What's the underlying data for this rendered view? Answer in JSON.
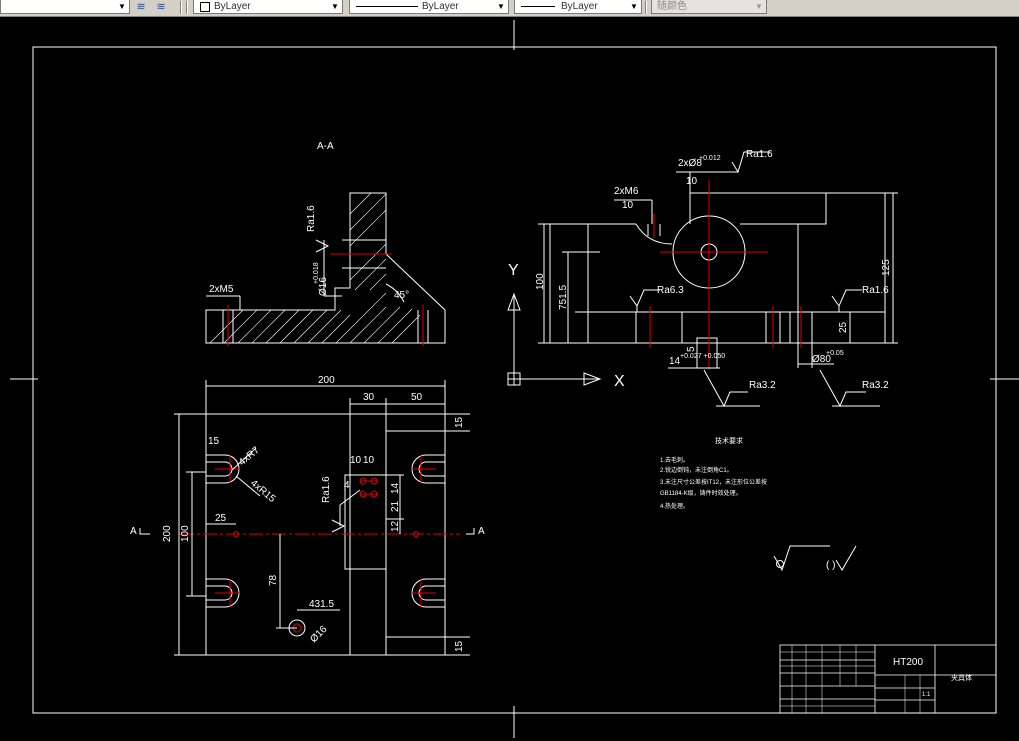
{
  "toolbar": {
    "layer_value": "ByLayer",
    "linetype_value": "ByLayer",
    "lineweight_value": "ByLayer",
    "plotstyle_value": "随颜色",
    "layer_icon": "layer-stack-icon",
    "layer_icon2": "layer-previous-icon"
  },
  "drawing": {
    "section_label": "A-A",
    "front": {
      "thread_label": "2xM5",
      "roughness": "Ra1.6",
      "dia_label": "Ø16",
      "dia_tol": "+0.018",
      "angle": "45°"
    },
    "top": {
      "width": "200",
      "dim_30": "30",
      "dim_50": "50",
      "dim_15_top": "15",
      "dim_15_bottom": "15",
      "dim_15_left": "15",
      "r7": "4xR7",
      "r15": "4xR15",
      "height_200": "200",
      "height_100": "100",
      "dim_25": "25",
      "dim_78": "78",
      "dim_431": "431.5",
      "dia_16": "Ø16",
      "roughness": "Ra1.6",
      "dim_10a": "10",
      "dim_10b": "10",
      "dim_4": "4",
      "dim_14": "14",
      "dim_21": "21",
      "dim_12": "12",
      "section_a_left": "A",
      "section_a_right": "A"
    },
    "side": {
      "thread1": "2xM6",
      "thread1_depth": "10",
      "hole2": "2xØ8",
      "hole2_tol": "+0.012",
      "hole2_depth": "10",
      "roughness_top": "Ra1.6",
      "roughness_mid": "Ra6.3",
      "roughness_right": "Ra1.6",
      "roughness_b1": "Ra3.2",
      "roughness_b2": "Ra3.2",
      "h100": "100",
      "h751": "751.5",
      "h125": "125",
      "h25": "25",
      "h5": "5",
      "slot": "14",
      "slot_tol": "+0.027 +0.050",
      "dia80": "Ø80",
      "dia80_tol": "+0.05"
    },
    "ucs": {
      "y": "Y",
      "x": "X"
    },
    "notes_title": "技术要求",
    "notes": [
      "1.去毛刺。",
      "2.锐边倒钝，未注倒角C1。",
      "3.未注尺寸公差按IT12，未注形位公差按",
      "   GB1184-K级，铸件时效处理。",
      "4.热处理。"
    ],
    "surface_paren": "(   )",
    "title_block": {
      "material": "HT200",
      "part_name": "夹具体",
      "scale": "1:1"
    }
  }
}
